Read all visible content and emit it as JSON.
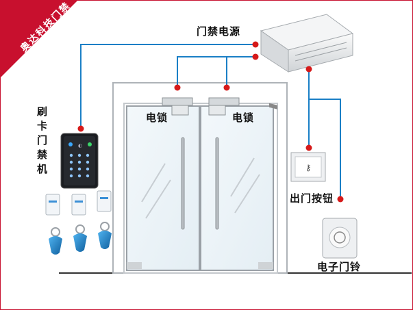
{
  "watermark": {
    "text": "奥达科技门禁",
    "color": "#c8102e"
  },
  "labels": {
    "power": "门禁电源",
    "lock_left": "电锁",
    "lock_right": "电锁",
    "reader": "刷卡门禁机",
    "exit_button": "出门按钮",
    "doorbell": "电子门铃"
  },
  "colors": {
    "wire": "#1a7fc6",
    "connector": "#d61a1a",
    "frame": "#9aa0a6"
  },
  "icons": {
    "power_supply": "power-supply-box",
    "reader": "keypad-card-reader",
    "cards": "rfid-card",
    "fobs": "rfid-key-fob",
    "exit_button": "exit-push-button",
    "doorbell": "doorbell-button"
  }
}
